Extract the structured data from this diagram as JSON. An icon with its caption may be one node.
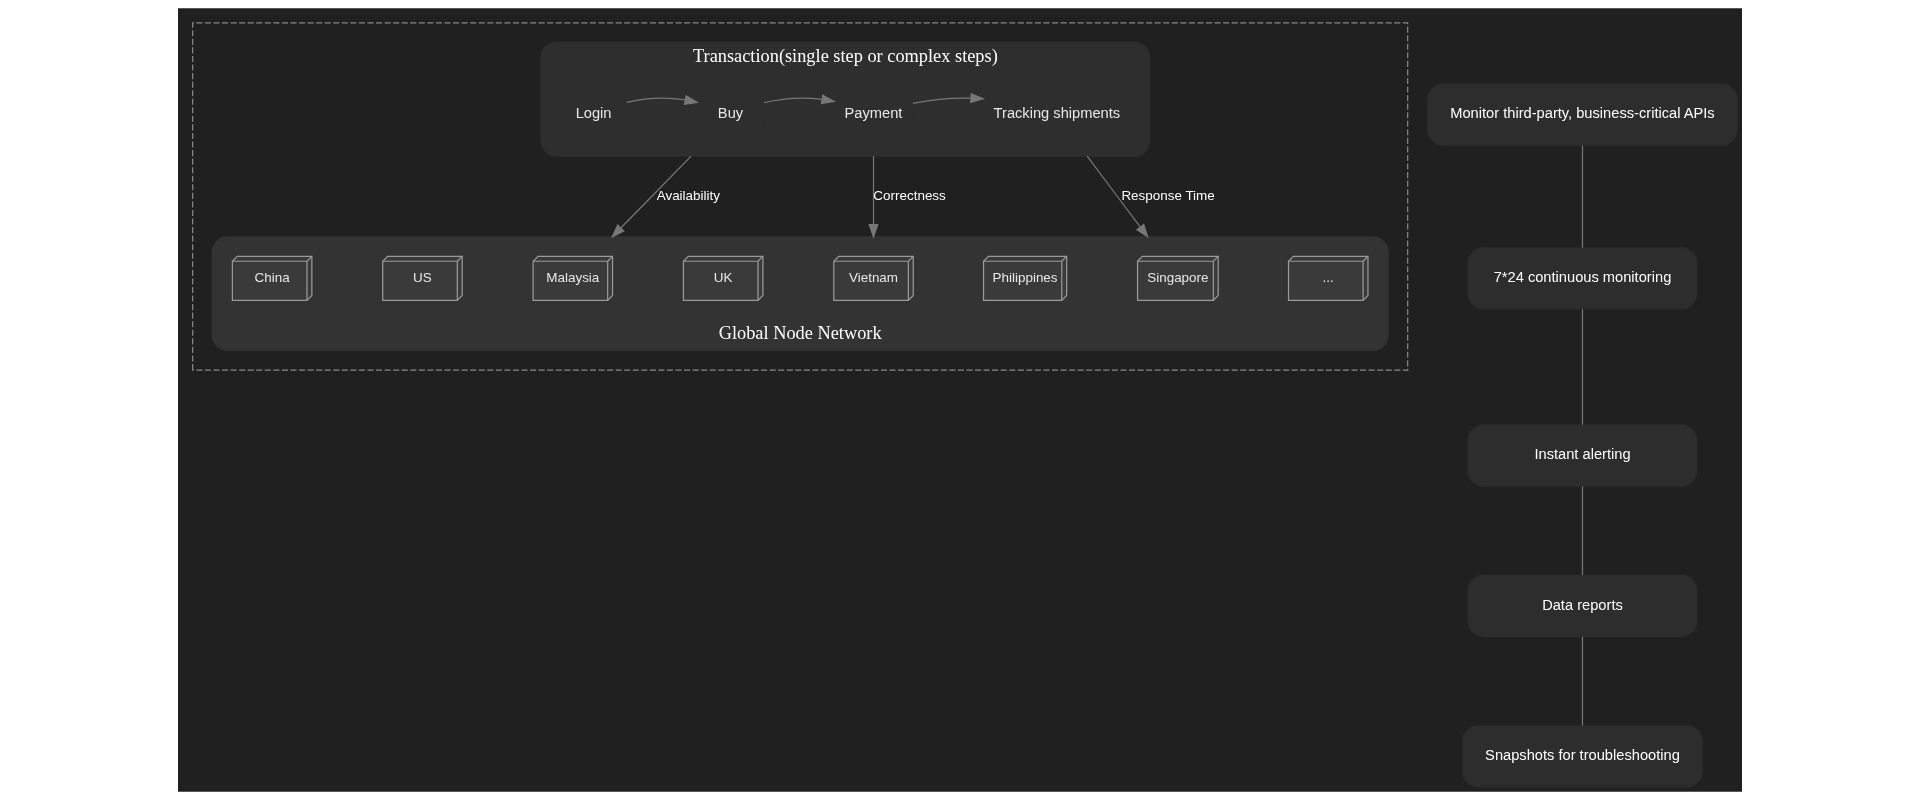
{
  "diagram": {
    "nodes": [
      {
        "text": [],
        "shape": "box"
      },
      {
        "text": [
          "Transaction(single step or complex steps)"
        ],
        "in": 0
      },
      {
        "text": [
          "Login"
        ],
        "in": 1
      },
      {
        "text": [
          "Buy"
        ],
        "in": 1
      },
      {
        "text": [
          "Payment"
        ],
        "in": 1
      },
      {
        "text": [
          "Tracking shipments"
        ],
        "in": 1
      },
      {
        "text": [
          "Global Node Network"
        ],
        "in": 0
      },
      {
        "text": [
          "China"
        ],
        "in": 6
      },
      {
        "text": [
          "US"
        ],
        "in": 6
      },
      {
        "text": [
          "Malaysia"
        ],
        "in": 6
      },
      {
        "text": [
          "UK"
        ],
        "in": 6
      },
      {
        "text": [
          "Vietnam"
        ],
        "in": 6
      },
      {
        "text": [
          "Philippines"
        ],
        "in": 6
      },
      {
        "text": [
          "Singapore"
        ],
        "in": 6
      },
      {
        "text": [
          "..."
        ],
        "in": 6
      },
      {
        "text": [
          "Monitor third-party, business-critical APIs"
        ]
      },
      {
        "text": [
          "7*24 continuous monitoring"
        ]
      },
      {
        "text": [
          "Instant alerting"
        ]
      },
      {
        "text": [
          "Data reports"
        ]
      },
      {
        "text": [
          "Snapshots for troubleshooting"
        ]
      }
    ],
    "edges": [
      {
        "from": 2,
        "to": 3,
        "arrow": "to"
      },
      {
        "from": 3,
        "to": 4,
        "arrow": "to"
      },
      {
        "from": 4,
        "to": 5,
        "arrow": "to"
      },
      {
        "from": 1,
        "to": 6,
        "arrow": "to",
        "label": "Availability"
      },
      {
        "from": 1,
        "to": 6,
        "arrow": "to",
        "label": "Correctness"
      },
      {
        "from": 1,
        "to": 6,
        "arrow": "to",
        "label": "Response Time"
      },
      {
        "from": 15,
        "to": 16,
        "arrow": "none"
      },
      {
        "from": 16,
        "to": 17,
        "arrow": "none"
      },
      {
        "from": 17,
        "to": 18,
        "arrow": "none"
      },
      {
        "from": 18,
        "to": 19,
        "arrow": "none"
      }
    ]
  }
}
